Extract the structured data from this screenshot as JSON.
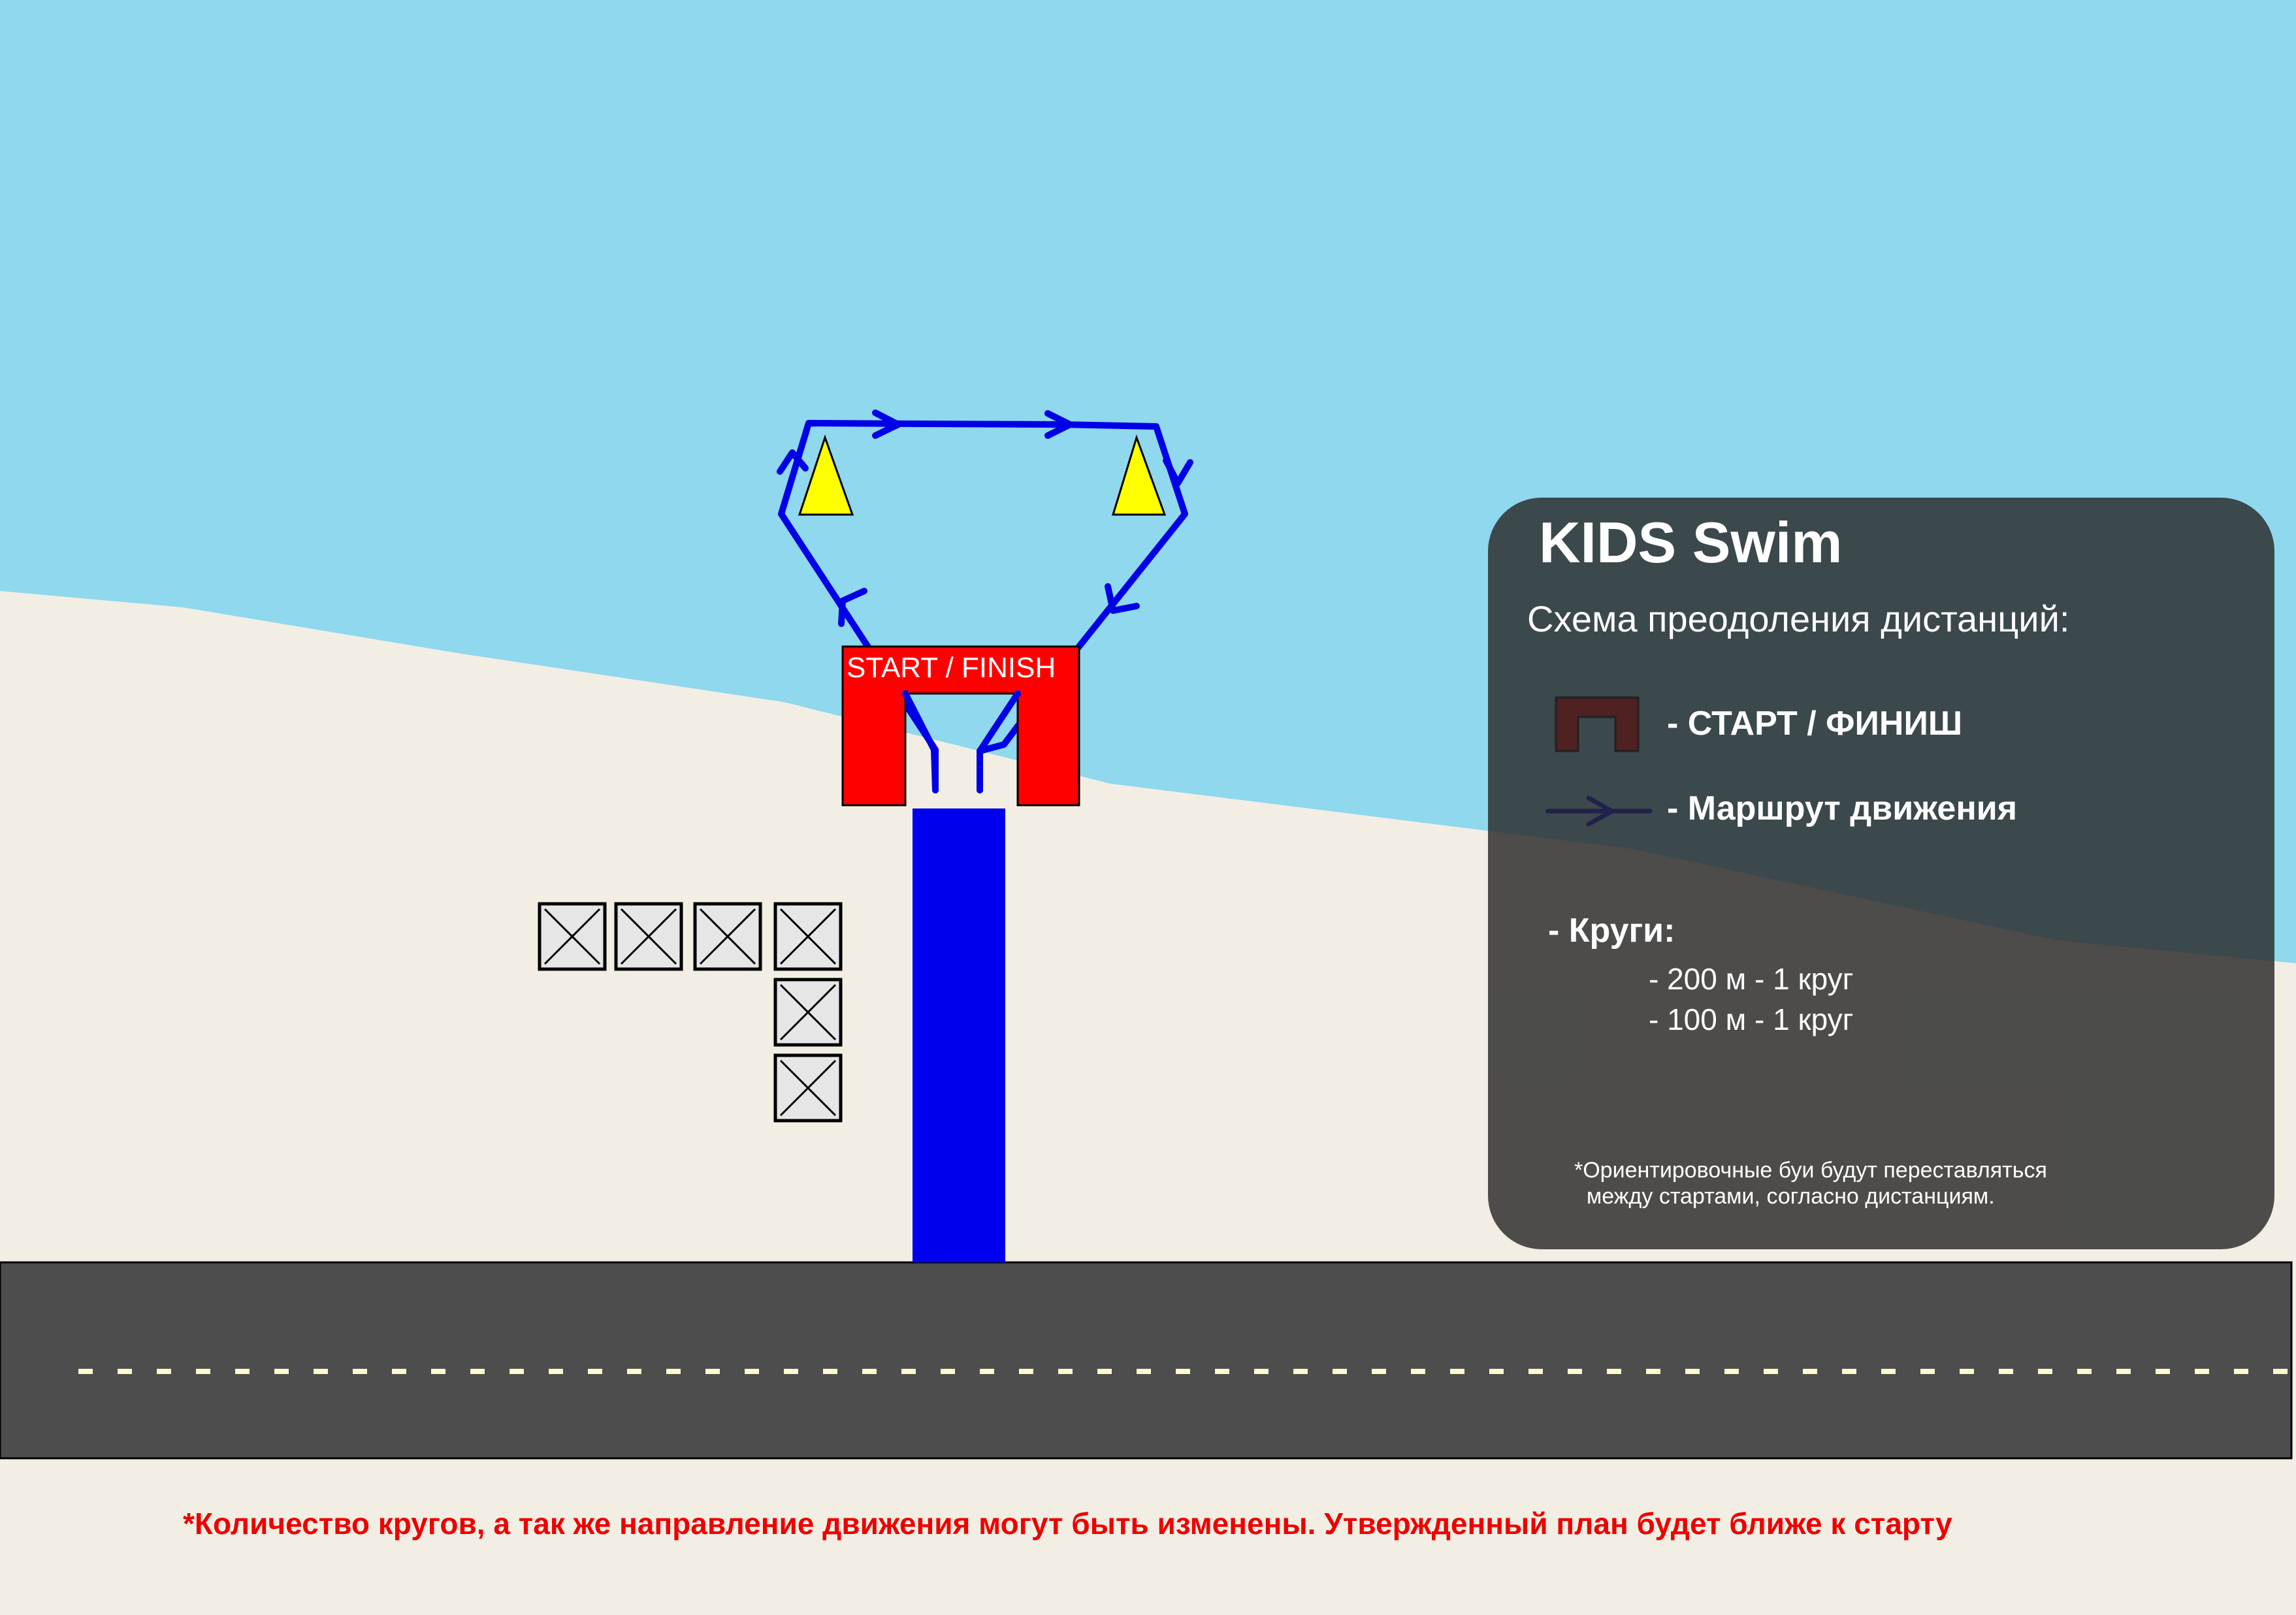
{
  "legend": {
    "title": "KIDS Swim",
    "subtitle": "Схема преодоления дистанций:",
    "start_finish": "- СТАРТ / ФИНИШ",
    "route": "- Маршрут движения",
    "laps_heading": "- Круги:",
    "laps": [
      "- 200 м - 1 круг",
      "- 100 м - 1 круг"
    ],
    "note": "*Ориентировочные буи будут переставляться\n  между стартами, согласно дистанциям."
  },
  "map": {
    "gate_label": "START / FINISH",
    "buoys": [
      {
        "name": "buoy-left",
        "color": "#ffff00"
      },
      {
        "name": "buoy-right",
        "color": "#ffff00"
      }
    ],
    "tents": 6
  },
  "footer_note": "*Количество кругов, а так же направление движения могут быть изменены. Утвержденный план будет ближе к старту",
  "colors": {
    "water": "#8fd8ee",
    "beach": "#f2eee3",
    "road": "#4d4d4d",
    "road_markings": "#fffacd",
    "route": "#0000e6",
    "gate": "#ff0000",
    "pier": "#0000ee",
    "buoy": "#ffff00",
    "legend_panel": "#2b2b2b",
    "footer_text": "#ee0000"
  }
}
